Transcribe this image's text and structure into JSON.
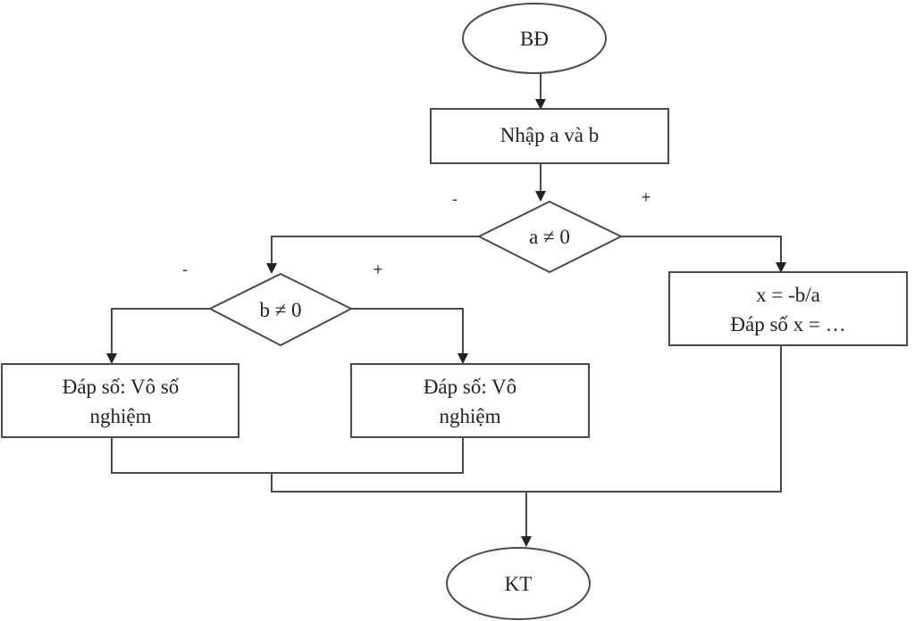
{
  "diagram": {
    "start": "BĐ",
    "input": "Nhập a và b",
    "decision_a": "a ≠ 0",
    "decision_b": "b ≠ 0",
    "solution_line1": "x = -b/a",
    "solution_line2": "Đáp số x = …",
    "infinite_line1": "Đáp số: Vô số",
    "infinite_line2": "nghiệm",
    "none_line1": "Đáp số: Vô",
    "none_line2": "nghiệm",
    "end": "KT",
    "neg_sign": "-",
    "pos_sign": "+"
  }
}
